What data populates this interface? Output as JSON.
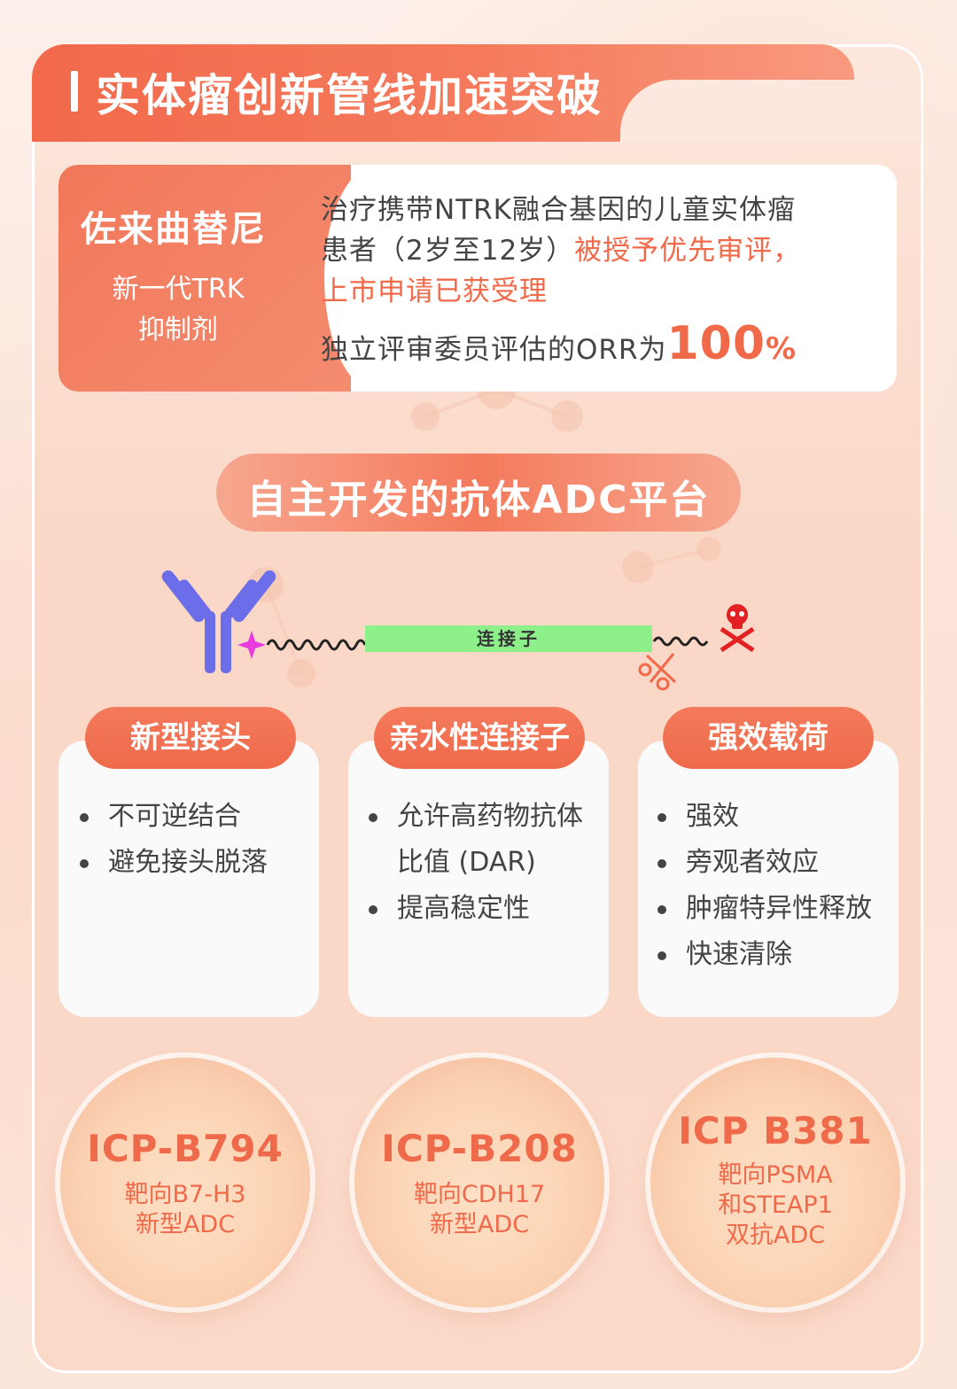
{
  "header": {
    "title": "实体瘤创新管线加速突破"
  },
  "drug": {
    "name": "佐来曲替尼",
    "sub_line1": "新一代TRK",
    "sub_line2": "抑制剂",
    "desc_line1": "治疗携带NTRK融合基因的儿童实体瘤",
    "desc_line2_plain": "患者（2岁至12岁）",
    "desc_line2_highlight": "被授予优先审评，",
    "desc_line3_highlight": "上市申请已获受理",
    "orr_prefix": "独立评审委员评估的ORR为",
    "orr_value": "100",
    "orr_unit": "%"
  },
  "platform": {
    "title": "自主开发的抗体ADC平台",
    "linker_label": "连接子",
    "colors": {
      "antibody": "#6b6ee8",
      "conjugation": "#e83be0",
      "linker": "#8ef08a",
      "payload": "#e22222",
      "cleave": "#f06a4a"
    }
  },
  "features": [
    {
      "title": "新型接头",
      "items": [
        "不可逆结合",
        "避免接头脱落"
      ]
    },
    {
      "title": "亲水性连接子",
      "items": [
        "允许高药物抗体",
        "比值 (DAR)",
        "提高稳定性"
      ]
    },
    {
      "title": "强效载荷",
      "items": [
        "强效",
        "旁观者效应",
        "肿瘤特异性释放",
        "快速清除"
      ]
    }
  ],
  "bubbles": [
    {
      "code": "ICP-B794",
      "line1": "靶向B7-H3",
      "line2": "新型ADC"
    },
    {
      "code": "ICP-B208",
      "line1": "靶向CDH17",
      "line2": "新型ADC"
    },
    {
      "code": "ICP B381",
      "line1": "靶向PSMA",
      "line2": "和STEAP1",
      "line3": "双抗ADC"
    }
  ]
}
